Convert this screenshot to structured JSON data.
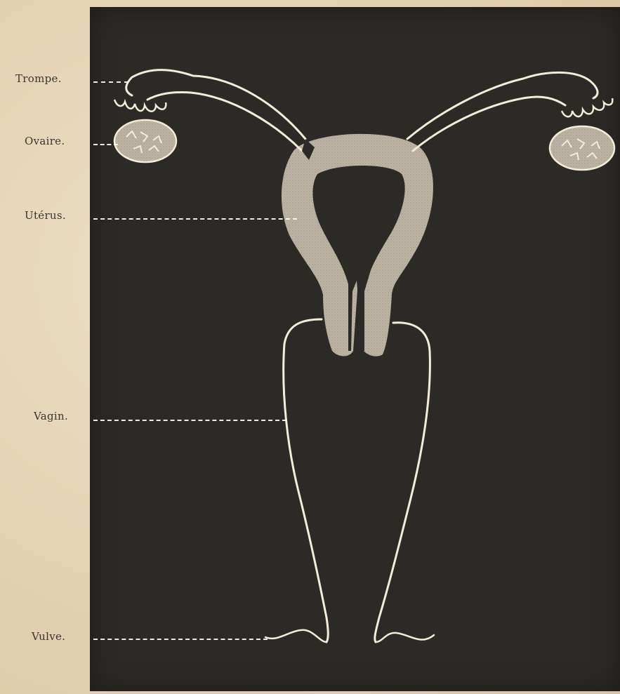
{
  "labels": {
    "trompe": "Trompe.",
    "ovaire": "Ovaire.",
    "uterus": "Utérus.",
    "vagin": "Vagin.",
    "vulve": "Vulve."
  },
  "colors": {
    "plate": "#2c2a27",
    "tissue": "#bdb4a3",
    "outline": "#f3ecd8",
    "paper": "#e6d6b8",
    "ink": "#3a3530"
  }
}
